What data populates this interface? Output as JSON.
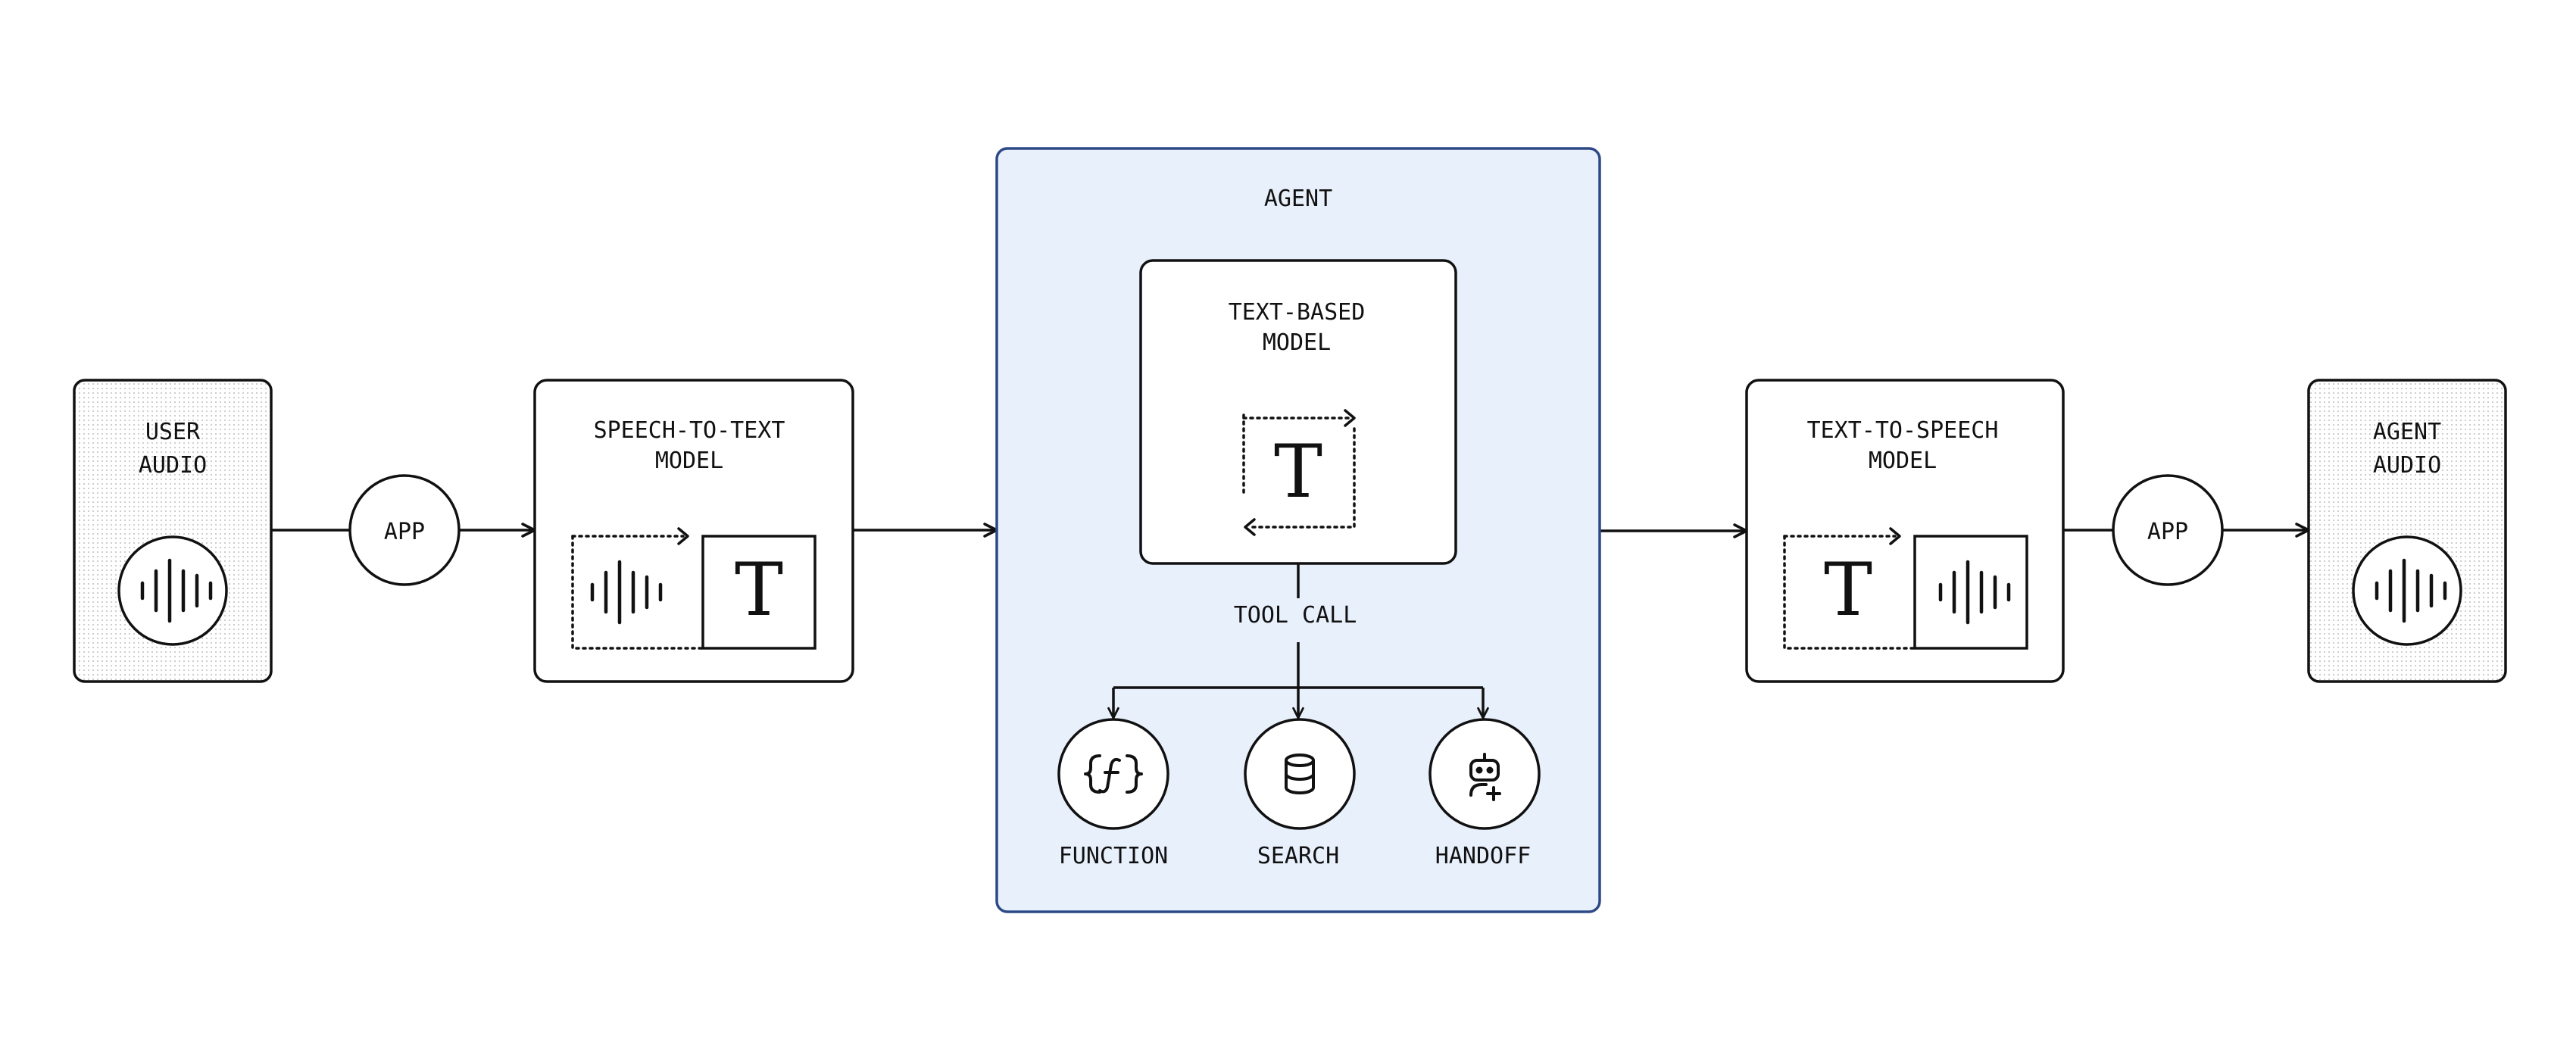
{
  "colors": {
    "ink": "#111111",
    "agent_fill": "#e8f0fc",
    "agent_border": "#2d4a86",
    "dotted_fill": "#f3f3f3",
    "background": "#ffffff"
  },
  "nodes": {
    "user_audio": {
      "line1": "USER",
      "line2": "AUDIO",
      "icon": "waveform-icon"
    },
    "app_left": {
      "label": "APP"
    },
    "stt_model": {
      "line1": "SPEECH-TO-TEXT",
      "line2": "MODEL",
      "icons": [
        "waveform-icon",
        "text-t-icon"
      ]
    },
    "agent": {
      "label": "AGENT"
    },
    "text_model": {
      "line1": "TEXT-BASED",
      "line2": "MODEL",
      "icon": "text-t-icon"
    },
    "tool_call": {
      "label": "TOOL CALL"
    },
    "tools": [
      {
        "label": "FUNCTION",
        "icon": "function-braces-icon"
      },
      {
        "label": "SEARCH",
        "icon": "database-icon"
      },
      {
        "label": "HANDOFF",
        "icon": "robot-add-icon"
      }
    ],
    "tts_model": {
      "line1": "TEXT-TO-SPEECH",
      "line2": "MODEL",
      "icons": [
        "text-t-icon",
        "waveform-icon"
      ]
    },
    "app_right": {
      "label": "APP"
    },
    "agent_audio": {
      "line1": "AGENT",
      "line2": "AUDIO",
      "icon": "waveform-icon"
    }
  },
  "glyphs": {
    "text_symbol": "T"
  }
}
